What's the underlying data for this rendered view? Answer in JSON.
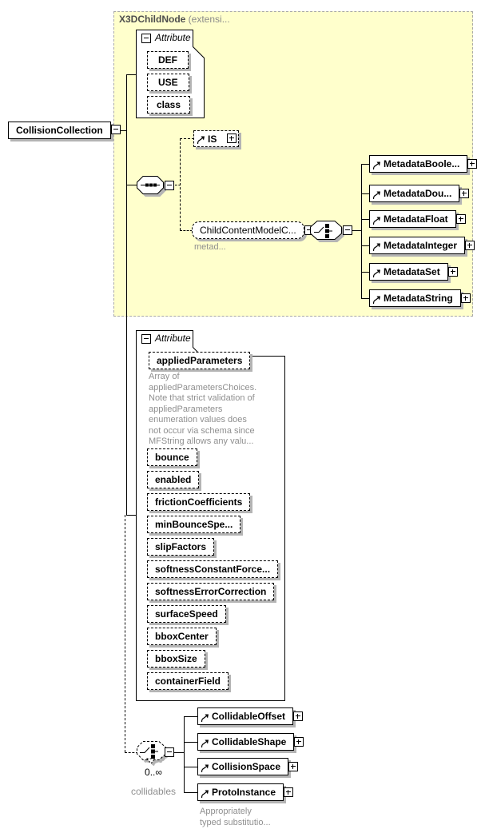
{
  "header": {
    "bold": "X3DChildNode",
    "suffix": " (extensi..."
  },
  "root": {
    "label": "CollisionCollection"
  },
  "group1": {
    "title": "Attribute",
    "items": [
      "DEF",
      "USE",
      "class"
    ]
  },
  "is": {
    "label": "IS"
  },
  "childContent": {
    "label": "ChildContentModelC...",
    "annotation": "metad..."
  },
  "metadata": {
    "items": [
      "MetadataBoole...",
      "MetadataDou...",
      "MetadataFloat",
      "MetadataInteger",
      "MetadataSet",
      "MetadataString"
    ]
  },
  "group2": {
    "title": "Attribute",
    "applied": {
      "label": "appliedParameters",
      "annotation": [
        "Array of",
        "appliedParametersChoices.",
        "Note that strict validation of",
        "appliedParameters",
        "enumeration values does",
        "not occur via schema since",
        "MFString allows any valu..."
      ]
    },
    "items": [
      "bounce",
      "enabled",
      "frictionCoefficients",
      "minBounceSpe...",
      "slipFactors",
      "softnessConstantForce...",
      "softnessErrorCorrection",
      "surfaceSpeed",
      "bboxCenter",
      "bboxSize",
      "containerField"
    ]
  },
  "collidables": {
    "cardinality": "0..∞",
    "label": "collidables",
    "items": [
      "CollidableOffset",
      "CollidableShape",
      "CollisionSpace",
      "ProtoInstance"
    ],
    "note": [
      "Appropriately",
      "typed substitutio..."
    ]
  },
  "colors": {
    "extension_bg": "#ffffcc",
    "shadow": "#b4b4b4",
    "annotation_text": "#8f8f8f",
    "header_text": "#4d4d4d"
  }
}
